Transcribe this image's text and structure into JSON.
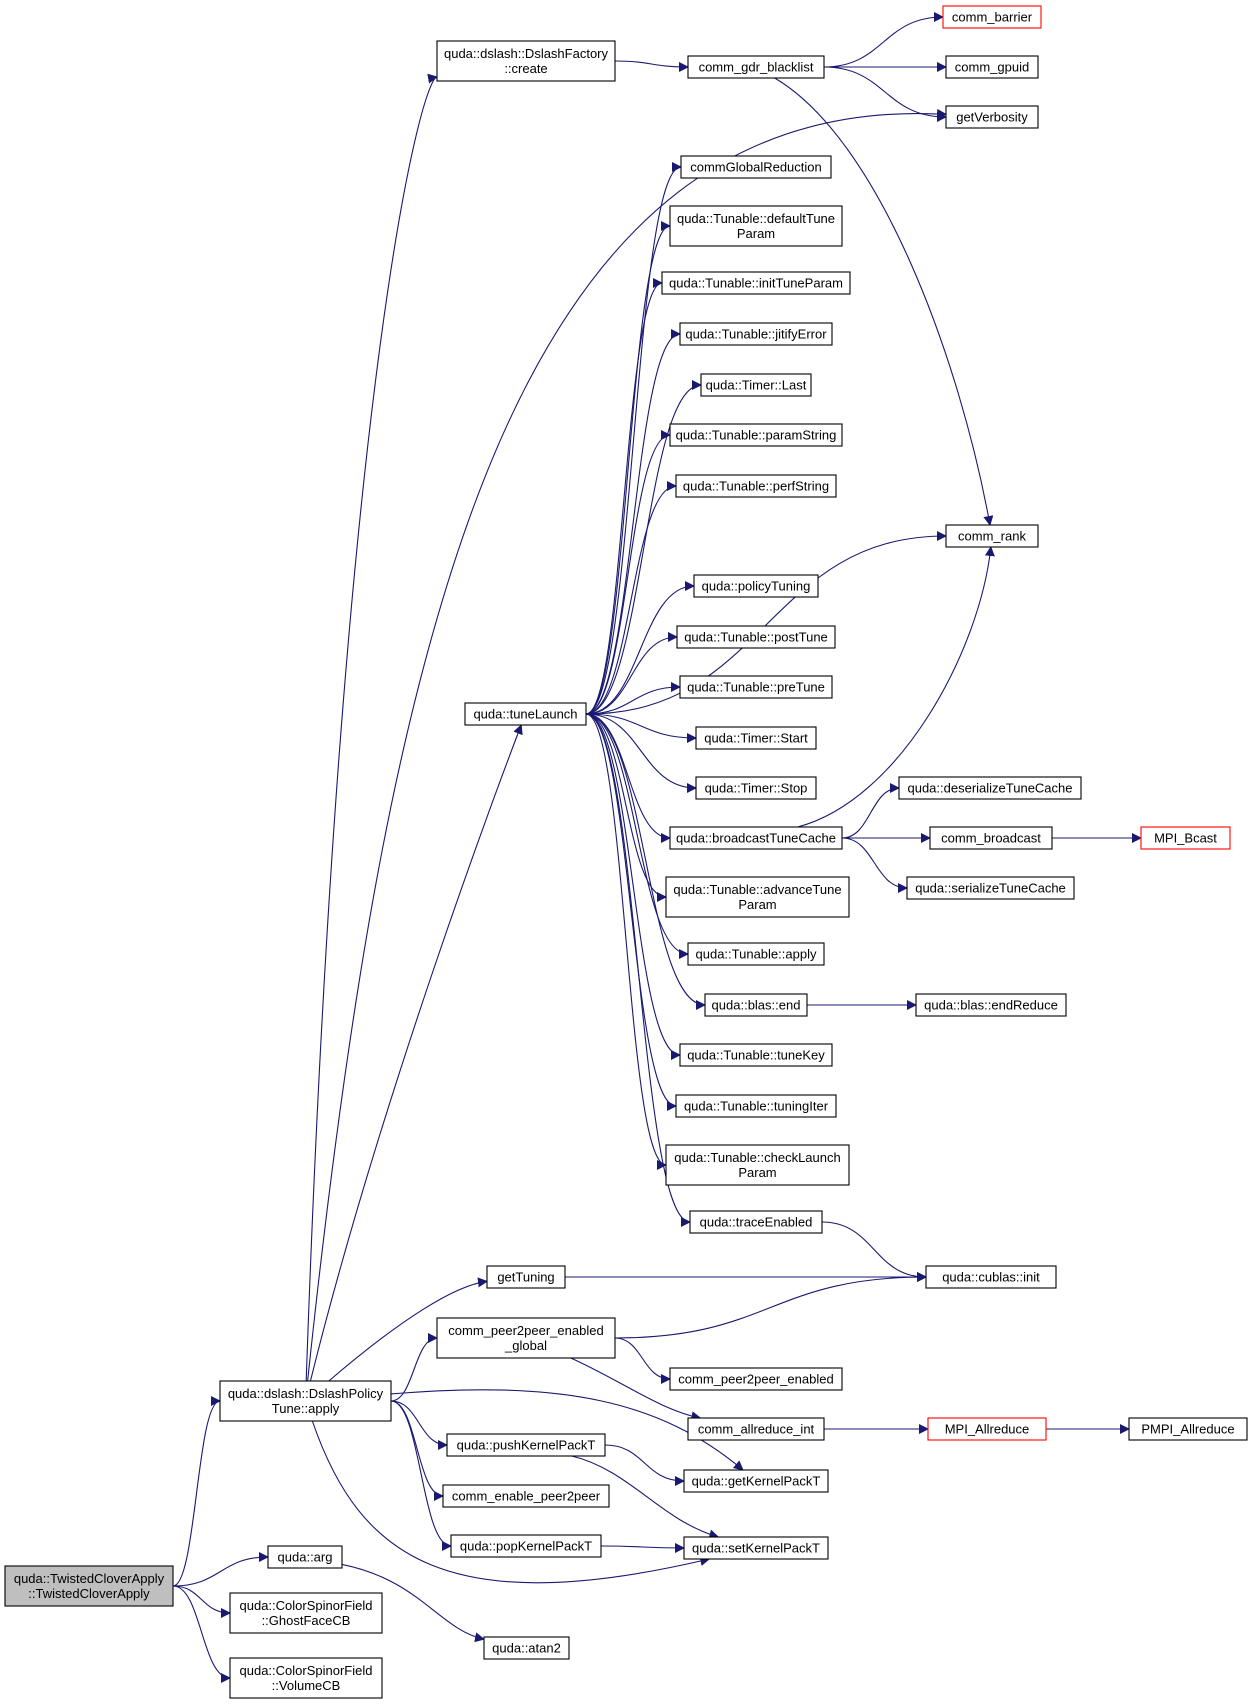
{
  "nodes": [
    {
      "id": "root",
      "lines": [
        "quda::TwistedCloverApply",
        "::TwistedCloverApply"
      ],
      "style": "root"
    },
    {
      "id": "policyTune",
      "lines": [
        "quda::dslash::DslashPolicy",
        "Tune::apply"
      ]
    },
    {
      "id": "arg",
      "lines": [
        "quda::arg"
      ]
    },
    {
      "id": "ghostFaceCB",
      "lines": [
        "quda::ColorSpinorField",
        "::GhostFaceCB"
      ]
    },
    {
      "id": "volumeCB",
      "lines": [
        "quda::ColorSpinorField",
        "::VolumeCB"
      ]
    },
    {
      "id": "atan2",
      "lines": [
        "quda::atan2"
      ]
    },
    {
      "id": "factoryCreate",
      "lines": [
        "quda::dslash::DslashFactory",
        "::create"
      ]
    },
    {
      "id": "tuneLaunch",
      "lines": [
        "quda::tuneLaunch"
      ]
    },
    {
      "id": "getTuning",
      "lines": [
        "getTuning"
      ]
    },
    {
      "id": "p2pGlobal",
      "lines": [
        "comm_peer2peer_enabled",
        "_global"
      ]
    },
    {
      "id": "pushKernelPackT",
      "lines": [
        "quda::pushKernelPackT"
      ]
    },
    {
      "id": "enableP2p",
      "lines": [
        "comm_enable_peer2peer"
      ]
    },
    {
      "id": "popKernelPackT",
      "lines": [
        "quda::popKernelPackT"
      ]
    },
    {
      "id": "gdrBlacklist",
      "lines": [
        "comm_gdr_blacklist"
      ]
    },
    {
      "id": "commBarrier",
      "lines": [
        "comm_barrier"
      ],
      "style": "red"
    },
    {
      "id": "commGpuid",
      "lines": [
        "comm_gpuid"
      ]
    },
    {
      "id": "getVerbosity",
      "lines": [
        "getVerbosity"
      ]
    },
    {
      "id": "commGlobalReduction",
      "lines": [
        "commGlobalReduction"
      ]
    },
    {
      "id": "defaultTuneParam",
      "lines": [
        "quda::Tunable::defaultTune",
        "Param"
      ]
    },
    {
      "id": "initTuneParam",
      "lines": [
        "quda::Tunable::initTuneParam"
      ]
    },
    {
      "id": "jitifyError",
      "lines": [
        "quda::Tunable::jitifyError"
      ]
    },
    {
      "id": "timerLast",
      "lines": [
        "quda::Timer::Last"
      ]
    },
    {
      "id": "paramString",
      "lines": [
        "quda::Tunable::paramString"
      ]
    },
    {
      "id": "perfString",
      "lines": [
        "quda::Tunable::perfString"
      ]
    },
    {
      "id": "commRank",
      "lines": [
        "comm_rank"
      ]
    },
    {
      "id": "policyTuning",
      "lines": [
        "quda::policyTuning"
      ]
    },
    {
      "id": "postTune",
      "lines": [
        "quda::Tunable::postTune"
      ]
    },
    {
      "id": "preTune",
      "lines": [
        "quda::Tunable::preTune"
      ]
    },
    {
      "id": "timerStart",
      "lines": [
        "quda::Timer::Start"
      ]
    },
    {
      "id": "timerStop",
      "lines": [
        "quda::Timer::Stop"
      ]
    },
    {
      "id": "broadcastTuneCache",
      "lines": [
        "quda::broadcastTuneCache"
      ]
    },
    {
      "id": "deserializeTuneCache",
      "lines": [
        "quda::deserializeTuneCache"
      ]
    },
    {
      "id": "commBroadcast",
      "lines": [
        "comm_broadcast"
      ]
    },
    {
      "id": "mpiBcast",
      "lines": [
        "MPI_Bcast"
      ],
      "style": "red"
    },
    {
      "id": "serializeTuneCache",
      "lines": [
        "quda::serializeTuneCache"
      ]
    },
    {
      "id": "advanceTuneParam",
      "lines": [
        "quda::Tunable::advanceTune",
        "Param"
      ]
    },
    {
      "id": "tunableApply",
      "lines": [
        "quda::Tunable::apply"
      ]
    },
    {
      "id": "blasEnd",
      "lines": [
        "quda::blas::end"
      ]
    },
    {
      "id": "blasEndReduce",
      "lines": [
        "quda::blas::endReduce"
      ]
    },
    {
      "id": "tuneKey",
      "lines": [
        "quda::Tunable::tuneKey"
      ]
    },
    {
      "id": "tuningIter",
      "lines": [
        "quda::Tunable::tuningIter"
      ]
    },
    {
      "id": "checkLaunchParam",
      "lines": [
        "quda::Tunable::checkLaunch",
        "Param"
      ]
    },
    {
      "id": "traceEnabled",
      "lines": [
        "quda::traceEnabled"
      ]
    },
    {
      "id": "cublasInit",
      "lines": [
        "quda::cublas::init"
      ]
    },
    {
      "id": "p2pEnabled",
      "lines": [
        "comm_peer2peer_enabled"
      ]
    },
    {
      "id": "allreduceInt",
      "lines": [
        "comm_allreduce_int"
      ]
    },
    {
      "id": "mpiAllreduce",
      "lines": [
        "MPI_Allreduce"
      ],
      "style": "red"
    },
    {
      "id": "pmpiAllreduce",
      "lines": [
        "PMPI_Allreduce"
      ]
    },
    {
      "id": "getKernelPackT",
      "lines": [
        "quda::getKernelPackT"
      ]
    },
    {
      "id": "setKernelPackT",
      "lines": [
        "quda::setKernelPackT"
      ]
    }
  ],
  "edges": [
    [
      "root",
      "policyTune"
    ],
    [
      "root",
      "arg"
    ],
    [
      "root",
      "ghostFaceCB"
    ],
    [
      "root",
      "volumeCB"
    ],
    [
      "arg",
      "atan2"
    ],
    [
      "policyTune",
      "factoryCreate"
    ],
    [
      "policyTune",
      "tuneLaunch"
    ],
    [
      "policyTune",
      "getTuning"
    ],
    [
      "policyTune",
      "p2pGlobal"
    ],
    [
      "policyTune",
      "pushKernelPackT"
    ],
    [
      "policyTune",
      "enableP2p"
    ],
    [
      "policyTune",
      "popKernelPackT"
    ],
    [
      "policyTune",
      "getKernelPackT"
    ],
    [
      "policyTune",
      "setKernelPackT"
    ],
    [
      "policyTune",
      "getVerbosity"
    ],
    [
      "factoryCreate",
      "gdrBlacklist"
    ],
    [
      "gdrBlacklist",
      "commBarrier"
    ],
    [
      "gdrBlacklist",
      "commGpuid"
    ],
    [
      "gdrBlacklist",
      "getVerbosity"
    ],
    [
      "gdrBlacklist",
      "commRank"
    ],
    [
      "tuneLaunch",
      "commGlobalReduction"
    ],
    [
      "tuneLaunch",
      "defaultTuneParam"
    ],
    [
      "tuneLaunch",
      "initTuneParam"
    ],
    [
      "tuneLaunch",
      "jitifyError"
    ],
    [
      "tuneLaunch",
      "timerLast"
    ],
    [
      "tuneLaunch",
      "paramString"
    ],
    [
      "tuneLaunch",
      "perfString"
    ],
    [
      "tuneLaunch",
      "commRank"
    ],
    [
      "tuneLaunch",
      "policyTuning"
    ],
    [
      "tuneLaunch",
      "postTune"
    ],
    [
      "tuneLaunch",
      "preTune"
    ],
    [
      "tuneLaunch",
      "timerStart"
    ],
    [
      "tuneLaunch",
      "timerStop"
    ],
    [
      "tuneLaunch",
      "broadcastTuneCache"
    ],
    [
      "tuneLaunch",
      "advanceTuneParam"
    ],
    [
      "tuneLaunch",
      "tunableApply"
    ],
    [
      "tuneLaunch",
      "blasEnd"
    ],
    [
      "tuneLaunch",
      "tuneKey"
    ],
    [
      "tuneLaunch",
      "tuningIter"
    ],
    [
      "tuneLaunch",
      "checkLaunchParam"
    ],
    [
      "tuneLaunch",
      "traceEnabled"
    ],
    [
      "broadcastTuneCache",
      "commRank"
    ],
    [
      "broadcastTuneCache",
      "deserializeTuneCache"
    ],
    [
      "broadcastTuneCache",
      "commBroadcast"
    ],
    [
      "broadcastTuneCache",
      "serializeTuneCache"
    ],
    [
      "commBroadcast",
      "mpiBcast"
    ],
    [
      "blasEnd",
      "blasEndReduce"
    ],
    [
      "traceEnabled",
      "cublasInit"
    ],
    [
      "getTuning",
      "cublasInit"
    ],
    [
      "p2pGlobal",
      "cublasInit"
    ],
    [
      "p2pGlobal",
      "p2pEnabled"
    ],
    [
      "p2pGlobal",
      "allreduceInt"
    ],
    [
      "allreduceInt",
      "mpiAllreduce"
    ],
    [
      "mpiAllreduce",
      "pmpiAllreduce"
    ],
    [
      "pushKernelPackT",
      "getKernelPackT"
    ],
    [
      "pushKernelPackT",
      "setKernelPackT"
    ],
    [
      "popKernelPackT",
      "setKernelPackT"
    ]
  ]
}
